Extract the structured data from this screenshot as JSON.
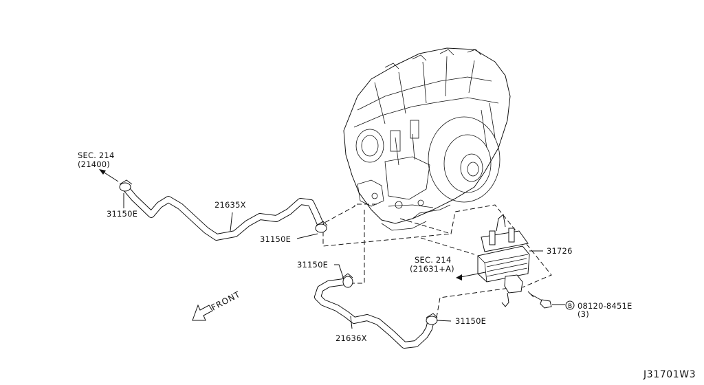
{
  "labels": {
    "sec_214_top": "SEC. 214",
    "sec_214_top_ref": "(21400)",
    "clamp_upper_left": "31150E",
    "hose_upper": "21635X",
    "clamp_upper_right": "31150E",
    "clamp_lower_left": "31150E",
    "hose_lower": "21636X",
    "clamp_lower_right": "31150E",
    "sec_214_mid": "SEC. 214",
    "sec_214_mid_ref": "(21631+A)",
    "oil_cooler": "31726",
    "bolt_circle_letter": "B",
    "bolt_part": "08120-8451E",
    "bolt_qty": "(3)",
    "front_arrow": "FRONT",
    "diagram_code": "J31701W3"
  }
}
